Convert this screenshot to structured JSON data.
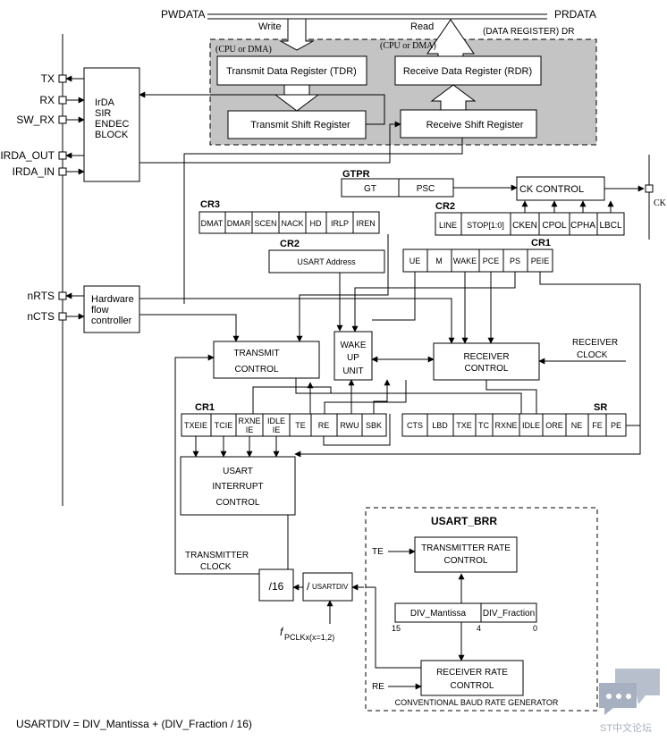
{
  "bus": {
    "pwdata": "PWDATA",
    "prdata": "PRDATA",
    "write": "Write",
    "read": "Read",
    "cpu_dma_left": "(CPU or DMA)",
    "cpu_dma_right": "(CPU or DMA)",
    "data_register": "(DATA REGISTER) DR"
  },
  "registers": {
    "tdr": "Transmit Data Register (TDR)",
    "rdr": "Receive Data Register (RDR)",
    "tsr": "Transmit Shift Register",
    "rsr": "Receive Shift Register"
  },
  "pins": {
    "tx": "TX",
    "rx": "RX",
    "sw_rx": "SW_RX",
    "irda_out": "IRDA_OUT",
    "irda_in": "IRDA_IN",
    "nrts": "nRTS",
    "ncts": "nCTS",
    "ck": "CK"
  },
  "irda": {
    "l1": "IrDA",
    "l2": "SIR",
    "l3": "ENDEC",
    "l4": "BLOCK"
  },
  "hwflow": {
    "l1": "Hardware",
    "l2": "flow",
    "l3": "controller"
  },
  "gtpr": {
    "title": "GTPR",
    "gt": "GT",
    "psc": "PSC"
  },
  "ck_control": "CK CONTROL",
  "cr3": {
    "title": "CR3",
    "bits": [
      "DMAT",
      "DMAR",
      "SCEN",
      "NACK",
      "HD",
      "IRLP",
      "IREN"
    ]
  },
  "cr2_top": {
    "title": "CR2",
    "bits": [
      "LINE",
      "STOP[1:0]",
      "CKEN",
      "CPOL",
      "CPHA",
      "LBCL"
    ]
  },
  "cr2_addr": {
    "title": "CR2",
    "field": "USART Address"
  },
  "cr1_top": {
    "title": "CR1",
    "bits": [
      "UE",
      "M",
      "WAKE",
      "PCE",
      "PS",
      "PEIE"
    ]
  },
  "transmit_control": {
    "l1": "TRANSMIT",
    "l2": "CONTROL"
  },
  "wakeup": {
    "l1": "WAKE",
    "l2": "UP",
    "l3": "UNIT"
  },
  "receiver_control": {
    "l1": "RECEIVER",
    "l2": "CONTROL"
  },
  "receiver_clock": {
    "l1": "RECEIVER",
    "l2": "CLOCK"
  },
  "cr1_bottom": {
    "title": "CR1",
    "bits": [
      [
        "TXEIE"
      ],
      [
        "TCIE"
      ],
      [
        "RXNE",
        "IE"
      ],
      [
        "IDLE",
        "IE"
      ],
      [
        "TE"
      ],
      [
        "RE"
      ],
      [
        "RWU"
      ],
      [
        "SBK"
      ]
    ]
  },
  "sr": {
    "title": "SR",
    "bits": [
      "CTS",
      "LBD",
      "TXE",
      "TC",
      "RXNE",
      "IDLE",
      "ORE",
      "NE",
      "FE",
      "PE"
    ]
  },
  "interrupt": {
    "l1": "USART",
    "l2": "INTERRUPT",
    "l3": "CONTROL"
  },
  "transmitter_clock": {
    "l1": "TRANSMITTER",
    "l2": "CLOCK"
  },
  "div16": "/16",
  "usartdiv_box": {
    "slash": "/",
    "label": "USARTDIV"
  },
  "fpclk": {
    "f": "f",
    "sub": "PCLKx(x=1,2)"
  },
  "brr": {
    "title": "USART_BRR",
    "te": "TE",
    "re": "RE",
    "trc": {
      "l1": "TRANSMITTER RATE",
      "l2": "CONTROL"
    },
    "rrc": {
      "l1": "RECEIVER RATE",
      "l2": "CONTROL"
    },
    "mantissa": "DIV_Mantissa",
    "fraction": "DIV_Fraction",
    "b15": "15",
    "b4": "4",
    "b0": "0",
    "caption": "CONVENTIONAL BAUD RATE GENERATOR"
  },
  "formula": "USARTDIV = DIV_Mantissa + (DIV_Fraction / 16)",
  "watermark": "ST中文论坛",
  "colors": {
    "shade": "#c4c4c4",
    "line": "#000000",
    "watermark": "#a7b0c0"
  }
}
